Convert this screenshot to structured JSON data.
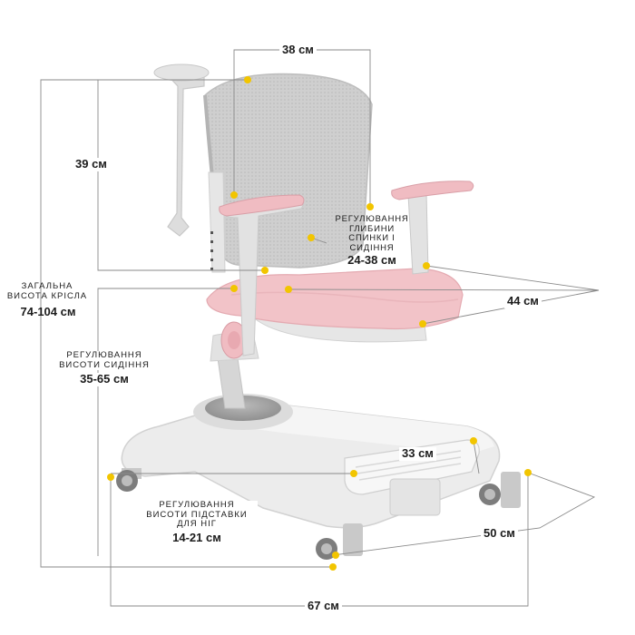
{
  "dimensions": {
    "backrest_width": "38 см",
    "backrest_height": "39 см",
    "total_height_title": "ЗАГАЛЬНА ВИСОТА КРІСЛА",
    "total_height_value": "74-104 см",
    "seat_height_title": "РЕГУЛЮВАННЯ ВИСОТИ СИДІННЯ",
    "seat_height_value": "35-65 см",
    "depth_adjust_title": "РЕГУЛЮВАННЯ ГЛИБИНИ СПИНКИ І СИДІННЯ",
    "depth_adjust_value": "24-38 см",
    "seat_width": "44 см",
    "footrest_width": "33 см",
    "footrest_adjust_title": "РЕГУЛЮВАННЯ ВИСОТИ ПІДСТАВКИ ДЛЯ НІГ",
    "footrest_adjust_value": "14-21 см",
    "base_depth": "50 см",
    "base_width": "67 см"
  },
  "colors": {
    "seat_pink": "#f2c3c8",
    "frame_gray": "#dcdcdc",
    "mesh_gray": "#c9c9c9",
    "marker_yellow": "#f2c500",
    "line_gray": "#8a8a8a"
  }
}
